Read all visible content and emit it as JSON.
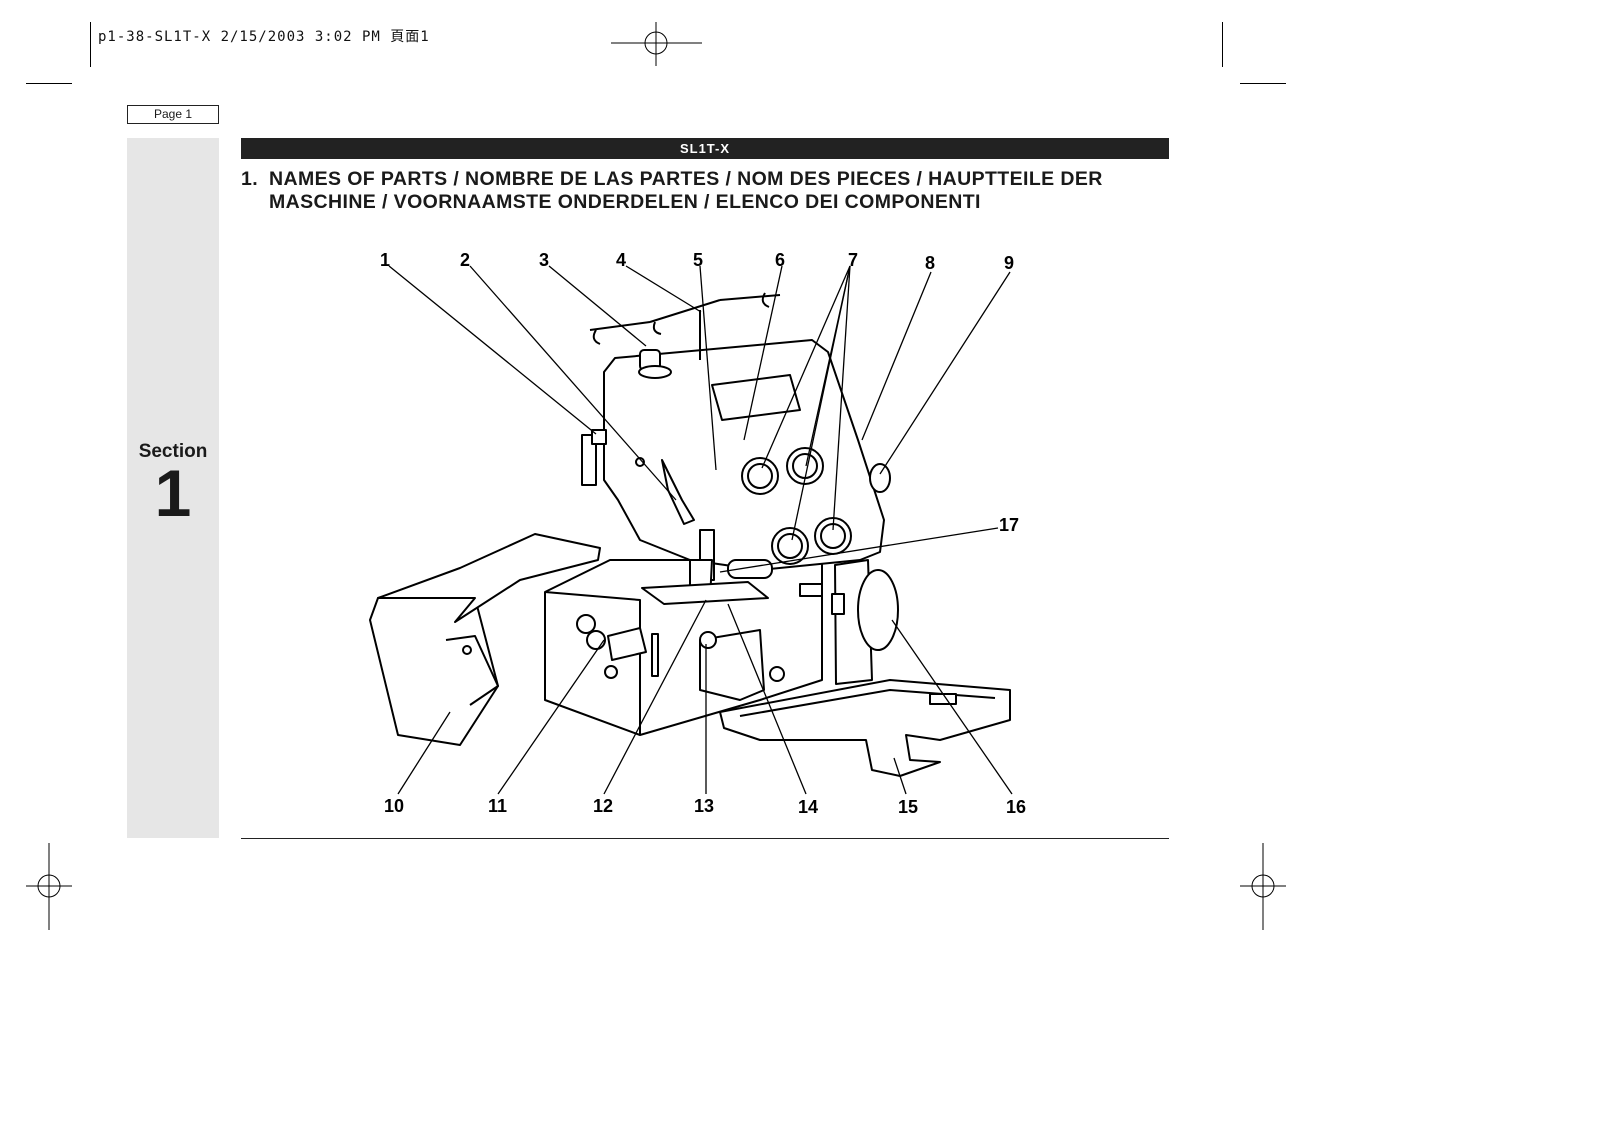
{
  "slug": "p1-38-SL1T-X  2/15/2003  3:02 PM  頁面1",
  "page_label": "Page 1",
  "section": {
    "word": "Section",
    "number": "1"
  },
  "model": "SL1T-X",
  "heading": {
    "number": "1.",
    "line1": "NAMES OF PARTS / NOMBRE DE LAS PARTES / NOM DES PIECES / HAUPTTEILE DER",
    "line2": "MASCHINE / VOORNAAMSTE ONDERDELEN / ELENCO DEI COMPONENTI"
  },
  "callouts": [
    "1",
    "2",
    "3",
    "4",
    "5",
    "6",
    "7",
    "8",
    "9",
    "10",
    "11",
    "12",
    "13",
    "14",
    "15",
    "16",
    "17"
  ],
  "colors": {
    "ink": "#1a1a1a",
    "sidebar": "#e6e6e6",
    "bar": "#222222"
  },
  "diagram": {
    "icon": "serger-machine-line-drawing"
  }
}
